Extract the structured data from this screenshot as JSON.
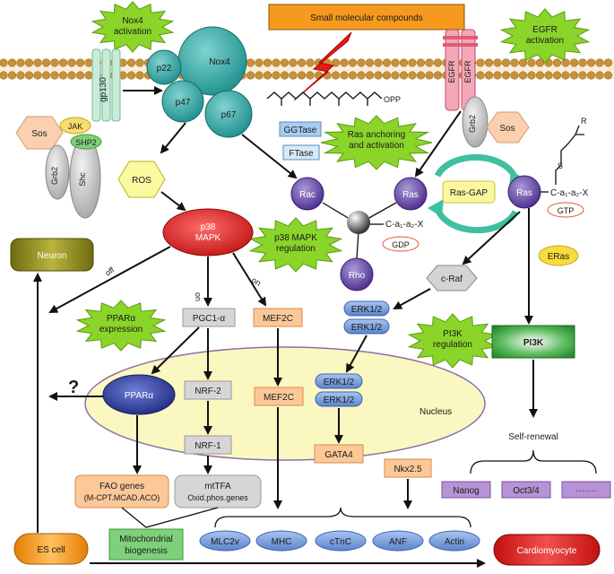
{
  "top_banner": "Small molecular compounds",
  "starbursts": {
    "nox4_activation": [
      "Nox4",
      "activation"
    ],
    "egfr_activation": [
      "EGFR",
      "activation"
    ],
    "ras_anchoring": [
      "Ras anchoring",
      "and activation"
    ],
    "p38_regulation": [
      "p38 MAPK",
      "regulation"
    ],
    "ppar_expression": [
      "PPARα",
      "expression"
    ],
    "pi3k_regulation": [
      "PI3K",
      "regulation"
    ]
  },
  "membrane_receptors": {
    "gp130": "gp130",
    "egfr_left": "EGFR",
    "egfr_right": "EGFR"
  },
  "nox_complex": {
    "nox4": "Nox4",
    "p22": "p22",
    "p47": "p47",
    "p67": "p67"
  },
  "opp_label": "OPP",
  "left_adapters": {
    "sos": "Sos",
    "jak": "JAK",
    "shp2": "SHP2",
    "grb2": "Grb2",
    "shc": "Shc"
  },
  "right_adapters": {
    "grb2": "Grb2",
    "sos": "Sos"
  },
  "enzymes": {
    "ggtase": "GGTase",
    "ftase": "FTase"
  },
  "ros": "ROS",
  "p38_mapk": [
    "p38",
    "MAPK"
  ],
  "small_gtpases": {
    "rac": "Rac",
    "ras": "Ras",
    "rho": "Rho",
    "ras_active": "Ras"
  },
  "motif_gdp": "C-a₁-a₂-X",
  "motif_gtp": "C-a₁-a₂-X",
  "gdp": "GDP",
  "gtp": "GTP",
  "lipid_r": "R",
  "lipid_s": "S",
  "ras_gap": "Ras-GAP",
  "neuron": "Neuron",
  "eras": "ERas",
  "c_raf": "c-Raf",
  "erk_top": [
    "ERK1/2",
    "ERK1/2"
  ],
  "erk_nucleus": [
    "ERK1/2",
    "ERK1/2"
  ],
  "pi3k": "PI3K",
  "pgc1a": "PGC1-α",
  "mef2c_top": "MEF2C",
  "mef2c_nucleus": "MEF2C",
  "edge_labels": {
    "off": "off",
    "on_left": "on",
    "on_right": "on"
  },
  "question": "?",
  "nucleus": "Nucleus",
  "ppara": "PPARα",
  "nrf2": "NRF-2",
  "nrf1": "NRF-1",
  "gata4": "GATA4",
  "nkx25": "Nkx2.5",
  "fao_genes": [
    "FAO genes",
    "(M-CPT.MCAD.ACO)"
  ],
  "mttfa": [
    "mtTFA",
    "Oxid.phos.genes"
  ],
  "mito_biogenesis": [
    "Mitochondrial",
    "biogenesis"
  ],
  "self_renewal": "Self-renewal",
  "pluripotency": [
    "Nanog",
    "Oct3/4",
    "·······"
  ],
  "cardiac_genes": [
    "MLC2v",
    "MHC",
    "cTnC",
    "ANF",
    "Actin"
  ],
  "es_cell": "ES cell",
  "cardiomyocyte": "Cardiomyocyte"
}
